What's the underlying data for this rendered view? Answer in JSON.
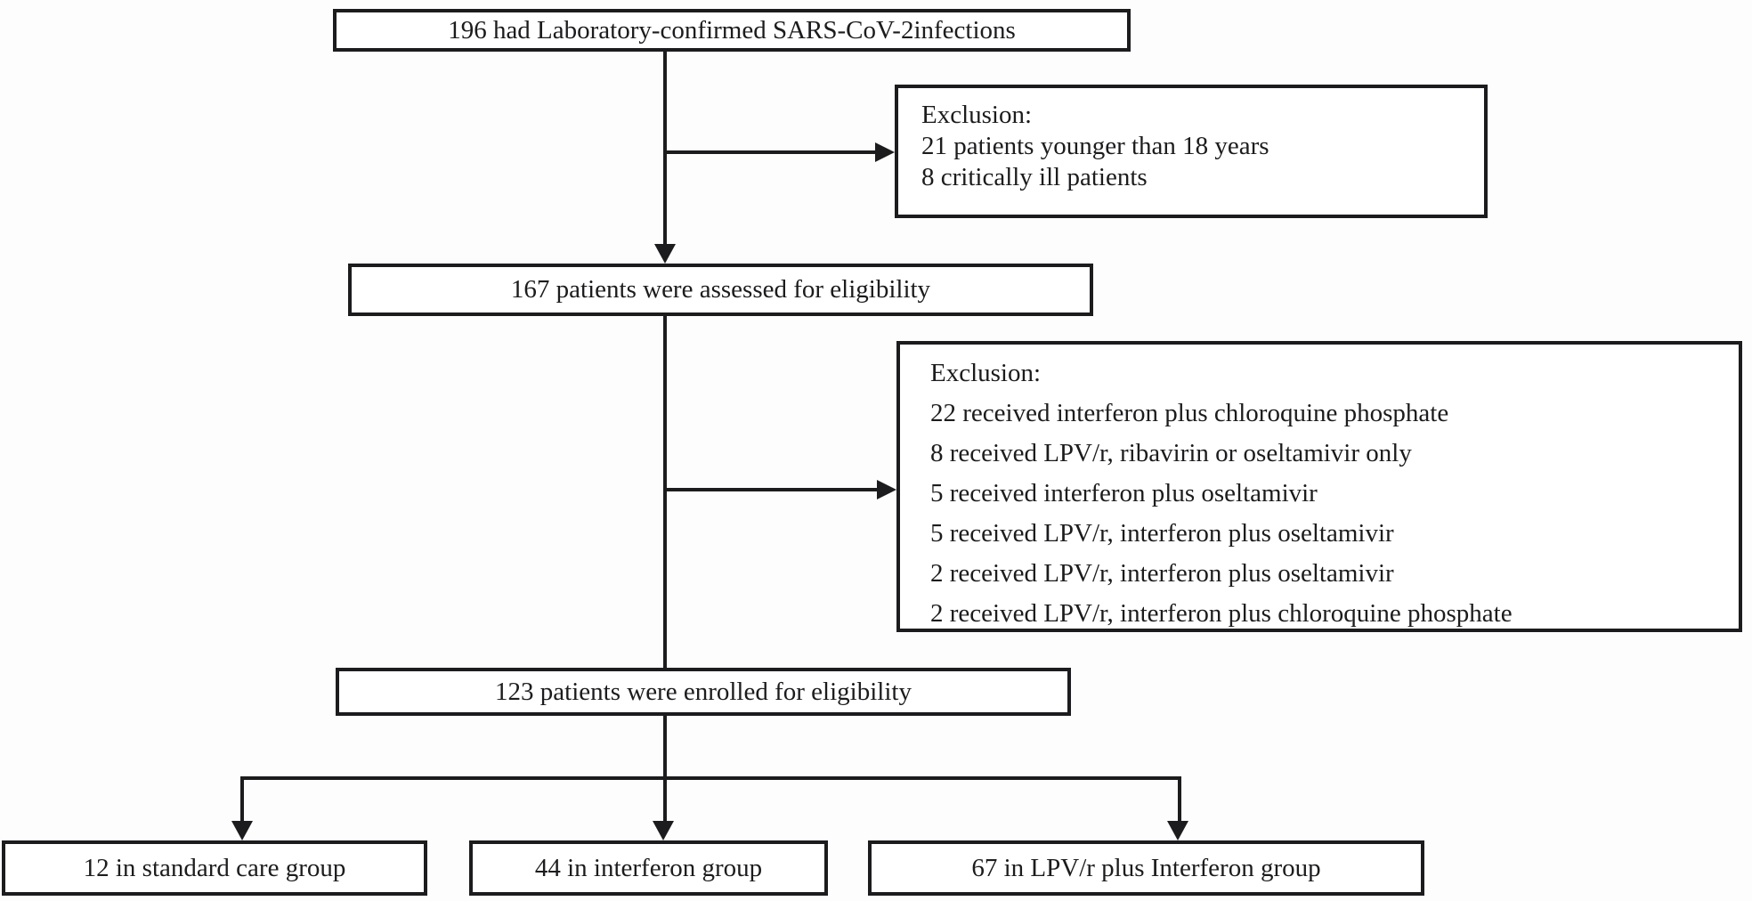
{
  "diagram": {
    "type": "flowchart",
    "boxes": {
      "confirmed": {
        "label": "196 had Laboratory-confirmed SARS-CoV-2infections"
      },
      "exclusion1": {
        "header": "Exclusion:",
        "lines": [
          "21 patients younger than 18 years",
          "8 critically ill patients"
        ]
      },
      "assessed": {
        "label": "167 patients were assessed for eligibility"
      },
      "exclusion2": {
        "header": "Exclusion:",
        "lines": [
          "22 received interferon plus chloroquine phosphate",
          "8 received LPV/r, ribavirin or oseltamivir only",
          "5 received interferon plus oseltamivir",
          "5 received LPV/r, interferon plus oseltamivir",
          "2 received LPV/r, interferon plus oseltamivir",
          "2 received LPV/r, interferon plus chloroquine phosphate"
        ]
      },
      "enrolled": {
        "label": "123 patients were enrolled for eligibility"
      },
      "groups": [
        {
          "label": "12 in standard care group"
        },
        {
          "label": "44 in interferon group"
        },
        {
          "label": "67 in LPV/r plus Interferon group"
        }
      ]
    },
    "colors": {
      "line": "#1c1c1e",
      "text": "#1c1c1e",
      "background": "#fdfdfd"
    }
  }
}
